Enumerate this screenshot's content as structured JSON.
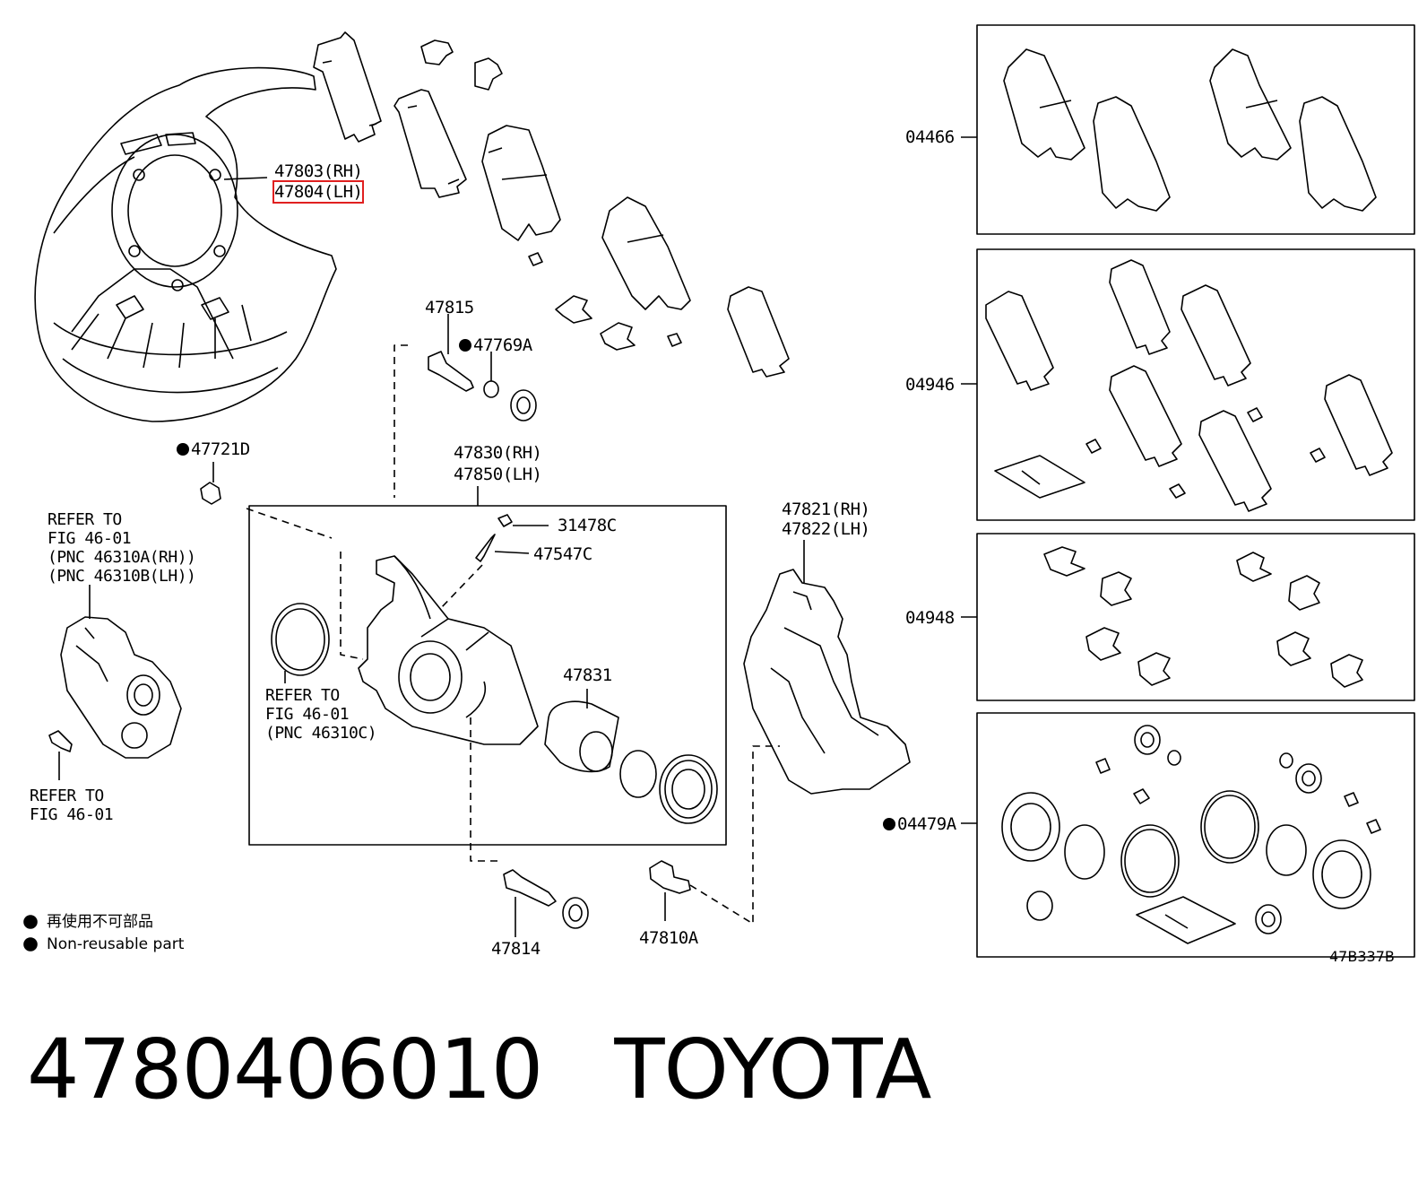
{
  "labels": {
    "p47803": "47803(RH)",
    "p47804": "47804(LH)",
    "p47815": "47815",
    "p47769A": "47769A",
    "p47721D": "47721D",
    "p47830": "47830(RH)",
    "p47850": "47850(LH)",
    "p31478C": "31478C",
    "p47547C": "47547C",
    "p47821": "47821(RH)",
    "p47822": "47822(LH)",
    "p47831": "47831",
    "p47814": "47814",
    "p47810A": "47810A",
    "p04466": "04466",
    "p04946": "04946",
    "p04948": "04948",
    "p04479A": "04479A"
  },
  "refers": {
    "motor_1": "REFER TO",
    "motor_2": "FIG 46-01",
    "motor_3": "(PNC 46310A(RH))",
    "motor_4": "(PNC 46310B(LH))",
    "oring_1": "REFER TO",
    "oring_2": "FIG 46-01",
    "oring_3": "(PNC 46310C)",
    "bolt_1": "REFER TO",
    "bolt_2": "FIG 46-01"
  },
  "legend": {
    "jp": "再使用不可部品",
    "en": "Non-reusable part"
  },
  "diagram_code": "47B337B",
  "footer": {
    "part_number": "4780406010",
    "brand": "TOYOTA"
  },
  "highlighted_part": "47804(LH)",
  "colors": {
    "line": "#000000",
    "highlight": "#e02020",
    "background": "#ffffff"
  }
}
